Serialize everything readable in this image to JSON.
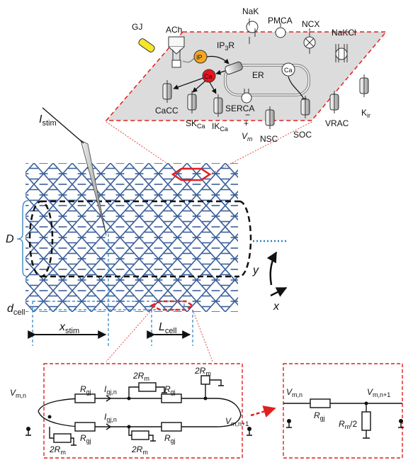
{
  "cell_panel": {
    "labels": {
      "gj": "GJ",
      "ach": "ACh",
      "ip": "IP",
      "ip3r": "IP",
      "ip3r_sub": "3",
      "ip3r_suffix": "R",
      "ca_red": "Ca",
      "er": "ER",
      "serca": "SERCA",
      "ca_er": "Ca",
      "nak": "NaK",
      "pmca": "PMCA",
      "ncx": "NCX",
      "nakcl": "NaKCl",
      "cacc": "CaCC",
      "skca": "SK",
      "skca_sub": "Ca",
      "ikca": "IK",
      "ikca_sub": "Ca",
      "minus": "−",
      "plus": "+",
      "vm": "V",
      "vm_sub": "m",
      "nsc": "NSC",
      "soc": "SOC",
      "vrac": "VRAC",
      "kir": "K",
      "kir_sub": "ir"
    },
    "colors": {
      "border": "#e02020",
      "fill": "#dcdcdc",
      "ca_red": "#e8141e",
      "ip_orange": "#f5a623",
      "gj_yellow": "#f5e62a"
    }
  },
  "tissue": {
    "istim": "I",
    "istim_sub": "stim",
    "d_label": "D",
    "y_label": "y",
    "x_label": "x",
    "dcell": "d",
    "dcell_sub": "cell",
    "xstim": "x",
    "xstim_sub": "stim",
    "lcell": "L",
    "lcell_sub": "cell",
    "colors": {
      "mesh": "#3a5f9a",
      "highlight": "#e02020",
      "cylinder": "#111111",
      "guide": "#2a7fbf"
    }
  },
  "circuit_left": {
    "vmn": "V",
    "vmn_sub": "m,n",
    "vmn1": "V",
    "vmn1_sub": "m,n+1",
    "rgj": "R",
    "rgj_sub": "gj",
    "igj": "I",
    "igj_sub": "gj,n",
    "rm2": "2R",
    "rm2_sub": "m"
  },
  "circuit_right": {
    "vmn": "V",
    "vmn_sub": "m,n",
    "vmn1": "V",
    "vmn1_sub": "m,n+1",
    "rgj": "R",
    "rgj_sub": "gj",
    "rm_half": "R",
    "rm_half_sub": "m",
    "rm_half_suffix": "/2"
  }
}
